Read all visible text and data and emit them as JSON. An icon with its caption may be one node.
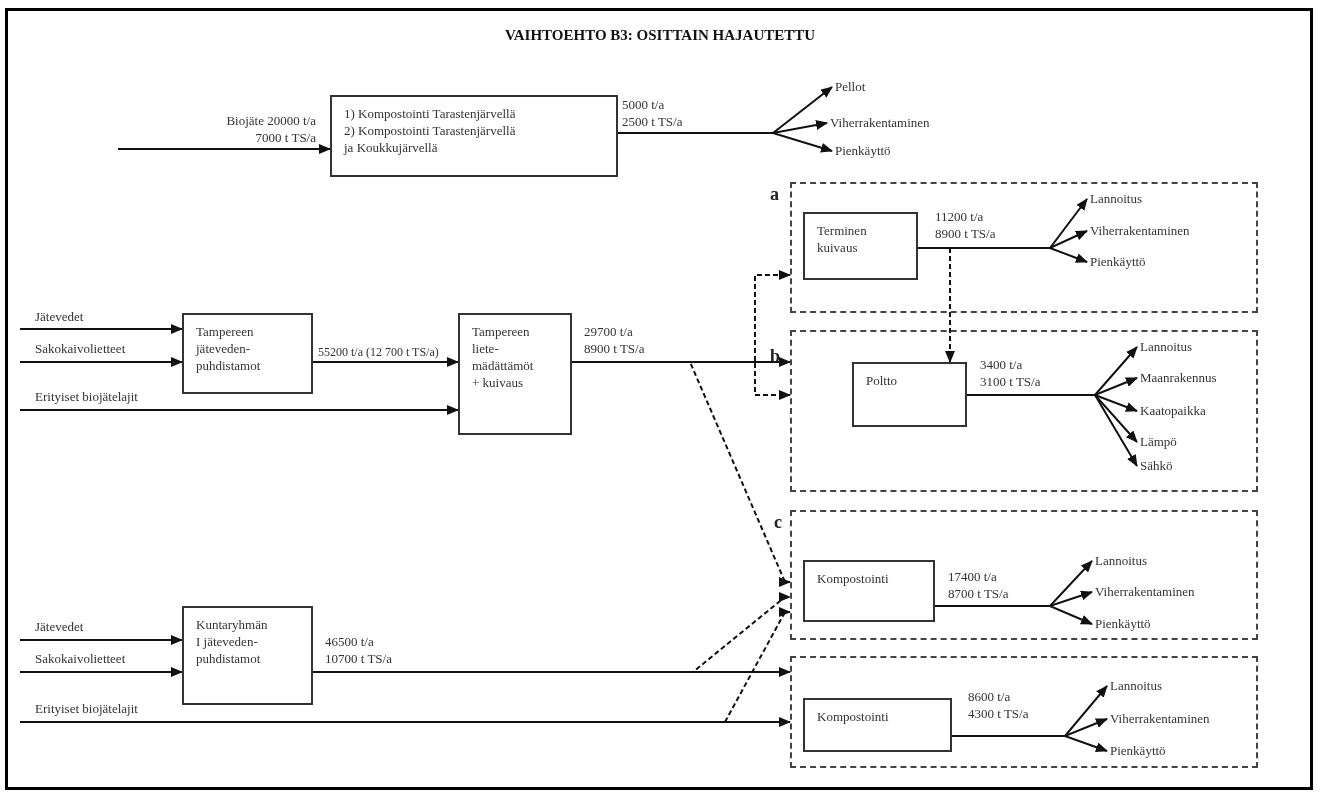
{
  "diagram": {
    "title": "VAIHTOEHTO B3: OSITTAIN HAJAUTETTU",
    "nodes": [
      {
        "text": [
          "1) Kompostointi  Tarastenjärvellä",
          "2) Kompostointi  Tarastenjärvellä ja Koukkujärvellä"
        ]
      },
      {
        "text": [
          "Pellot"
        ]
      },
      {
        "text": [
          "Viherrakentaminen"
        ]
      },
      {
        "text": [
          "Pienkäyttö"
        ]
      },
      {
        "text": [
          "a"
        ]
      },
      {
        "text": [
          "Terminen kuivaus"
        ],
        "in": 4
      },
      {
        "text": [
          "Lannoitus"
        ],
        "in": 4
      },
      {
        "text": [
          "Viherrakentaminen"
        ],
        "in": 4
      },
      {
        "text": [
          "Pienkäyttö"
        ],
        "in": 4
      },
      {
        "text": [
          "b"
        ]
      },
      {
        "text": [
          "Poltto"
        ],
        "in": 9
      },
      {
        "text": [
          "Lannoitus"
        ],
        "in": 9
      },
      {
        "text": [
          "Maanrakennus"
        ],
        "in": 9
      },
      {
        "text": [
          "Kaatopaikka"
        ],
        "in": 9
      },
      {
        "text": [
          "Lämpö"
        ],
        "in": 9
      },
      {
        "text": [
          "Sähkö"
        ],
        "in": 9
      },
      {
        "text": [
          "c"
        ]
      },
      {
        "text": [
          "Kompostointi"
        ],
        "in": 16
      },
      {
        "text": [
          "Lannoitus"
        ],
        "in": 16
      },
      {
        "text": [
          "Viherrakentaminen"
        ],
        "in": 16
      },
      {
        "text": [
          "Pienkäyttö"
        ],
        "in": 16
      },
      {
        "text": [],
        "shape": "box"
      },
      {
        "text": [
          "Kompostointi"
        ],
        "in": 21
      },
      {
        "text": [
          "Lannoitus"
        ],
        "in": 21
      },
      {
        "text": [
          "Viherrakentaminen"
        ],
        "in": 21
      },
      {
        "text": [
          "Pienkäyttö"
        ],
        "in": 21
      },
      {
        "text": [
          "Tampereen jäteveden-puhdistamot"
        ]
      },
      {
        "text": [
          "Tampereen liete-mädättämöt + kuivaus"
        ]
      },
      {
        "text": [
          "Kuntaryhmän I jäteveden-puhdistamot"
        ]
      }
    ],
    "edges": [
      {
        "from": null,
        "to": 0,
        "arrow": "to",
        "label": "Biojäte 20000 t/a 7000 t TS/a"
      },
      {
        "from": 0,
        "to": 1,
        "arrow": "to",
        "label": "5000 t/a 2500 t TS/a"
      },
      {
        "from": 0,
        "to": 2,
        "arrow": "to"
      },
      {
        "from": 0,
        "to": 3,
        "arrow": "to"
      },
      {
        "from": null,
        "to": 26,
        "arrow": "to",
        "label": "Jätevedet"
      },
      {
        "from": null,
        "to": 26,
        "arrow": "to",
        "label": "Sakokaivolietteet"
      },
      {
        "from": null,
        "to": 27,
        "arrow": "to",
        "label": "Erityiset biojätelajit"
      },
      {
        "from": 26,
        "to": 27,
        "arrow": "to",
        "label": "55200 t/a (12 700 t TS/a)"
      },
      {
        "from": 27,
        "to": 9,
        "arrow": "to",
        "label": "29700 t/a 8900 t TS/a"
      },
      {
        "from": 27,
        "to": 4,
        "arrow": "to",
        "style": "dashed"
      },
      {
        "from": 27,
        "to": 9,
        "arrow": "to",
        "style": "dashed"
      },
      {
        "from": 27,
        "to": 16,
        "arrow": "to",
        "style": "dashed"
      },
      {
        "from": null,
        "to": 28,
        "arrow": "to",
        "label": "Jätevedet"
      },
      {
        "from": null,
        "to": 28,
        "arrow": "to",
        "label": "Sakokaivolietteet"
      },
      {
        "from": null,
        "to": 21,
        "arrow": "to",
        "label": "Erityiset biojätelajit"
      },
      {
        "from": 28,
        "to": 21,
        "arrow": "to",
        "label": "46500 t/a 10700 t TS/a"
      },
      {
        "from": 28,
        "to": 16,
        "arrow": "to",
        "style": "dashed"
      },
      {
        "from": null,
        "to": 16,
        "arrow": "to",
        "style": "dashed"
      },
      {
        "from": 5,
        "to": 6,
        "arrow": "to",
        "label": "11200 t/a 8900 t TS/a"
      },
      {
        "from": 5,
        "to": 7,
        "arrow": "to"
      },
      {
        "from": 5,
        "to": 8,
        "arrow": "to"
      },
      {
        "from": 5,
        "to": 10,
        "arrow": "to",
        "style": "dashed"
      },
      {
        "from": 10,
        "to": 11,
        "arrow": "to",
        "label": "3400 t/a 3100 t TS/a"
      },
      {
        "from": 10,
        "to": 12,
        "arrow": "to"
      },
      {
        "from": 10,
        "to": 13,
        "arrow": "to"
      },
      {
        "from": 10,
        "to": 14,
        "arrow": "to"
      },
      {
        "from": 10,
        "to": 15,
        "arrow": "to"
      },
      {
        "from": 17,
        "to": 18,
        "arrow": "to",
        "label": "17400 t/a 8700 t TS/a"
      },
      {
        "from": 17,
        "to": 19,
        "arrow": "to"
      },
      {
        "from": 17,
        "to": 20,
        "arrow": "to"
      },
      {
        "from": 22,
        "to": 23,
        "arrow": "to",
        "label": "8600 t/a 4300 t TS/a"
      },
      {
        "from": 22,
        "to": 24,
        "arrow": "to"
      },
      {
        "from": 22,
        "to": 25,
        "arrow": "to"
      }
    ]
  }
}
